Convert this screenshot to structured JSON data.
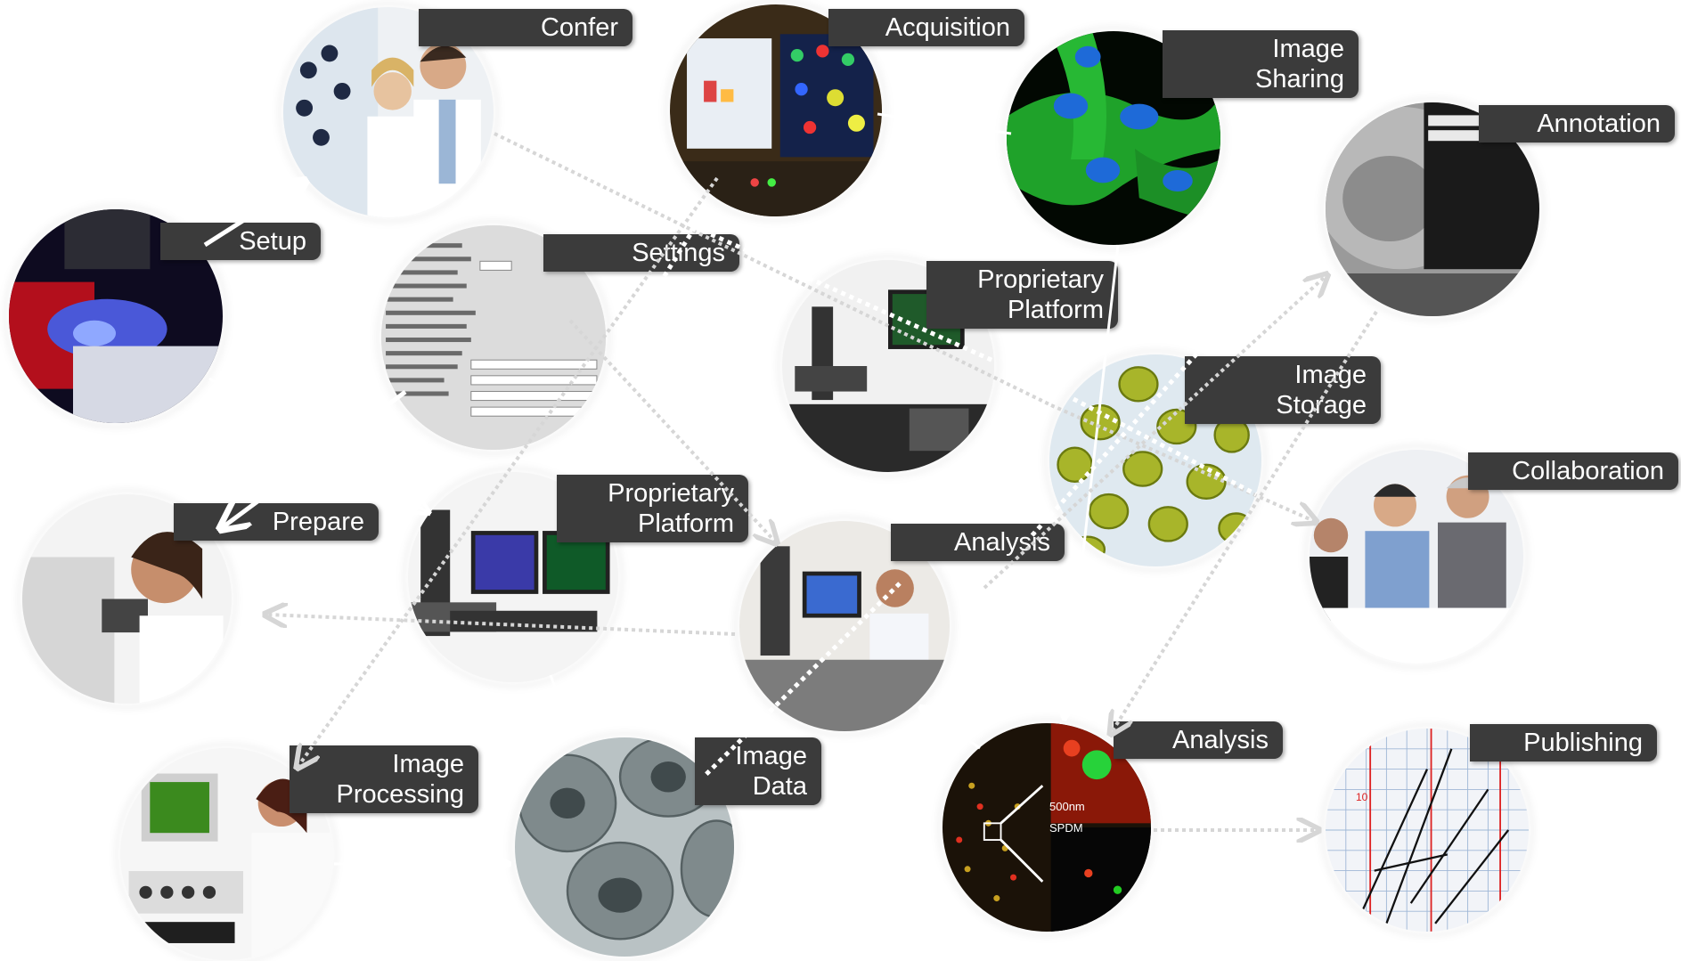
{
  "nodes": {
    "confer": {
      "label": [
        "Confer"
      ]
    },
    "acquisition": {
      "label": [
        "Acquisition"
      ]
    },
    "image_sharing": {
      "label": [
        "Image",
        "Sharing"
      ]
    },
    "annotation": {
      "label": [
        "Annotation"
      ]
    },
    "setup": {
      "label": [
        "Setup"
      ]
    },
    "settings": {
      "label": [
        "Settings"
      ]
    },
    "proprietary_platform_top": {
      "label": [
        "Proprietary",
        "Platform"
      ]
    },
    "image_storage": {
      "label": [
        "Image",
        "Storage"
      ]
    },
    "collaboration": {
      "label": [
        "Collaboration"
      ]
    },
    "prepare": {
      "label": [
        "Prepare"
      ]
    },
    "proprietary_platform_mid": {
      "label": [
        "Proprietary",
        "Platform"
      ]
    },
    "analysis_mid": {
      "label": [
        "Analysis"
      ]
    },
    "image_processing": {
      "label": [
        "Image",
        "Processing"
      ]
    },
    "image_data": {
      "label": [
        "Image",
        "Data"
      ]
    },
    "analysis_bottom": {
      "label": [
        "Analysis"
      ]
    },
    "publishing": {
      "label": [
        "Publishing"
      ]
    }
  },
  "embedded_text": {
    "scale_bar": "500nm",
    "method": "SPDM",
    "chart_marker": "10"
  },
  "colors": {
    "label_bg": "#3b3b3b",
    "label_text": "#ffffff",
    "arrow_solid": "#ffffff",
    "arrow_dotted": "#d9d9d9",
    "arrow_dotted_white": "#ffffff"
  }
}
